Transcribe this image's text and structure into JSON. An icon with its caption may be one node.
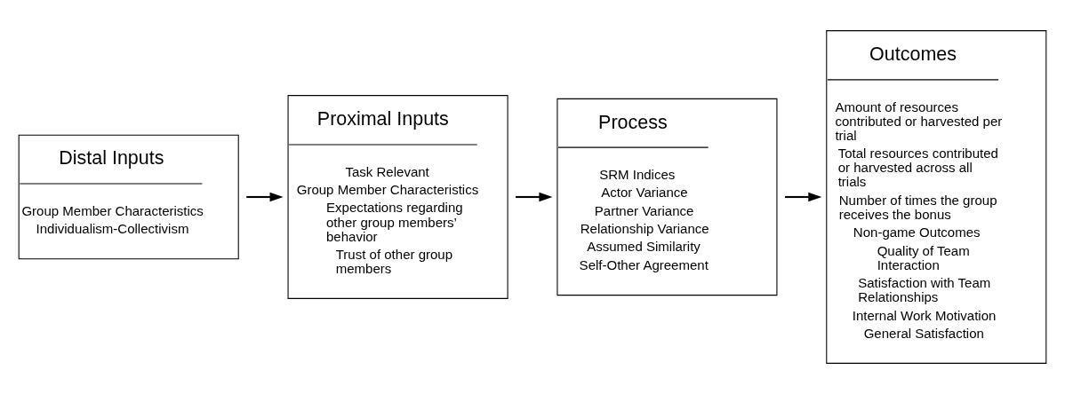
{
  "diagram": {
    "nodes": [
      {
        "text": [
          "Distal Inputs",
          "Group Member Characteristics",
          "Individualism-Collectivism"
        ]
      },
      {
        "text": [
          "Proximal Inputs",
          "Task Relevant",
          "Group Member Characteristics",
          "Expectations regarding other group members’ behavior",
          "Trust of other group members"
        ]
      },
      {
        "text": [
          "Process",
          "SRM Indices",
          "Actor Variance",
          "Partner Variance",
          "Relationship Variance",
          "Assumed Similarity",
          "Self-Other Agreement"
        ]
      },
      {
        "text": [
          "Outcomes",
          "Amount of resources contributed or harvested per trial",
          "Total resources contributed or harvested across all trials",
          "Number of times the group receives the bonus",
          "Non-game Outcomes",
          "Quality of Team Interaction",
          "Satisfaction with Team Relationships",
          "Internal Work Motivation",
          "General Satisfaction"
        ]
      }
    ],
    "edges": [
      {
        "from": 0,
        "to": 1,
        "arrow": "to"
      },
      {
        "from": 1,
        "to": 2,
        "arrow": "to"
      },
      {
        "from": 2,
        "to": 3,
        "arrow": "to"
      }
    ]
  }
}
